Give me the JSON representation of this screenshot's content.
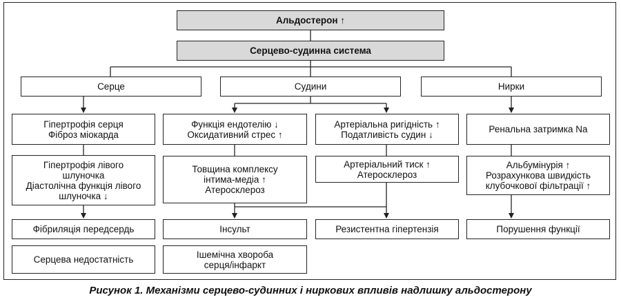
{
  "top": {
    "aldosterone": "Альдостерон ↑",
    "cv_system": "Серцево-судинна система"
  },
  "branches": {
    "heart": "Серце",
    "vessels": "Судини",
    "kidneys": "Нирки"
  },
  "heart_col": {
    "hypertrophy": "Гіпертрофія серця\nФіброз міокарда",
    "lv": "Гіпертрофія лівого\nшлуночка\nДіастолічна функція лівого\nшлуночка ↓",
    "af": "Фібриляція передсердь",
    "hf": "Серцева недостатність"
  },
  "vessels_col1": {
    "endothelium": "Функція ендотелію ↓\nОксидативний стрес ↑",
    "imt": "Товщина комплексу\nінтима-медіа ↑\nАтеросклероз",
    "stroke": "Інсульт",
    "ihd": "Ішемічна хвороба\nсерця/інфаркт"
  },
  "vessels_col2": {
    "stiffness": "Артеріальна ригідність ↑\nПодатливість судин ↓",
    "bp": "Артеріальний тиск ↑\nАтеросклероз",
    "resistant": "Резистентна гіпертензія"
  },
  "kidney_col": {
    "na": "Ренальна затримка Na",
    "albumin": "Альбумінурія ↑\nРозрахункова швидкість\nклубочкової фільтрації ↑",
    "dysfunction": "Порушення функції"
  },
  "caption": "Рисунок 1. Механізми серцево-судинних і ниркових впливів надлишку альдостерону"
}
